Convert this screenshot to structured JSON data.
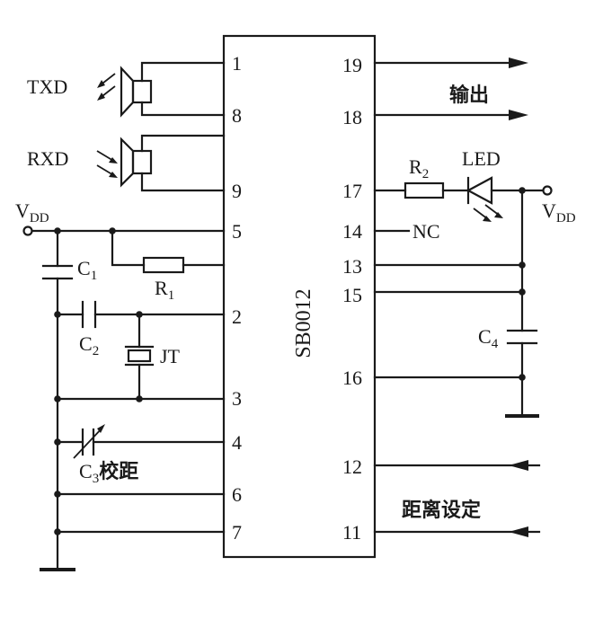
{
  "chip": {
    "name": "SB0012"
  },
  "left_pins": [
    "1",
    "8",
    "9",
    "5",
    "2",
    "3",
    "4",
    "6",
    "7"
  ],
  "right_pins": [
    "19",
    "18",
    "17",
    "14",
    "13",
    "15",
    "16",
    "12",
    "11"
  ],
  "components": {
    "txd": "TXD",
    "rxd": "RXD",
    "vdd_left": {
      "main": "V",
      "sub": "DD"
    },
    "vdd_right": {
      "main": "V",
      "sub": "DD"
    },
    "c1": {
      "main": "C",
      "sub": "1"
    },
    "r1": {
      "main": "R",
      "sub": "1"
    },
    "c2": {
      "main": "C",
      "sub": "2"
    },
    "jt": "JT",
    "c3": {
      "main": "C",
      "sub": "3",
      "suffix": "校距"
    },
    "r2": {
      "main": "R",
      "sub": "2"
    },
    "led": "LED",
    "nc": "NC",
    "c4": {
      "main": "C",
      "sub": "4"
    }
  },
  "labels": {
    "output": "输出",
    "distance_setting": "距离设定"
  }
}
